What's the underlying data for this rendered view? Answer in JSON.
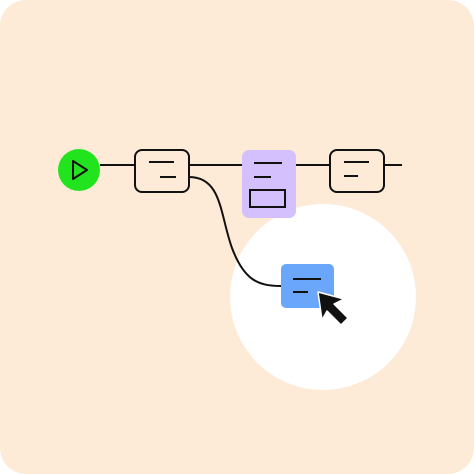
{
  "colors": {
    "background": "#FEEBD7",
    "spotlight": "#FFFFFF",
    "start_node": "#22E41E",
    "stroke": "#111111",
    "default_node": "#FEEBD7",
    "selected_node": "#D3C0FC",
    "highlight_node": "#6AA6F9",
    "cursor": "#111111"
  },
  "nodes": [
    {
      "id": "start",
      "kind": "start",
      "icon": "play-icon"
    },
    {
      "id": "step-1",
      "kind": "step",
      "lines": 2
    },
    {
      "id": "step-2",
      "kind": "step-selected",
      "lines": 2,
      "has_input": true
    },
    {
      "id": "step-3",
      "kind": "step",
      "lines": 2
    },
    {
      "id": "branch",
      "kind": "step-highlighted",
      "lines": 2
    }
  ],
  "connections": [
    {
      "from": "start",
      "to": "step-1"
    },
    {
      "from": "step-1",
      "to": "step-2"
    },
    {
      "from": "step-2",
      "to": "step-3"
    },
    {
      "from": "step-3",
      "to": "end"
    },
    {
      "from": "step-1",
      "to": "branch",
      "curved": true
    }
  ],
  "cursor": {
    "icon": "arrow-cursor-icon"
  }
}
